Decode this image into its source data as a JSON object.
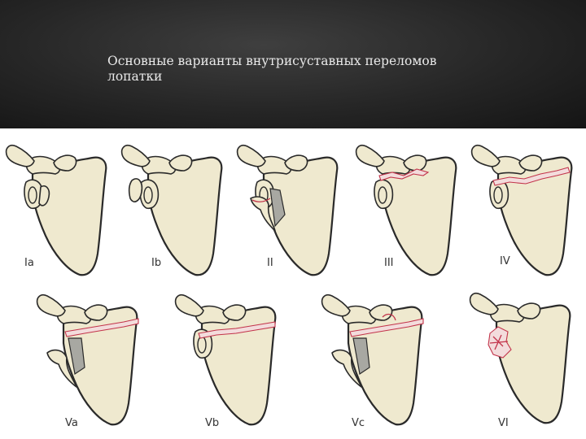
{
  "slide": {
    "title": "Основные варианты внутрисуставных переломов лопатки"
  },
  "figure": {
    "types": [
      {
        "id": "Ia",
        "label": "Ia"
      },
      {
        "id": "Ib",
        "label": "Ib"
      },
      {
        "id": "II",
        "label": "II"
      },
      {
        "id": "III",
        "label": "III"
      },
      {
        "id": "IV",
        "label": "IV"
      },
      {
        "id": "Va",
        "label": "Va"
      },
      {
        "id": "Vb",
        "label": "Vb"
      },
      {
        "id": "Vc",
        "label": "Vc"
      },
      {
        "id": "VI",
        "label": "VI"
      }
    ]
  },
  "colors": {
    "bone": "#efe9cf",
    "outline": "#2a2a2a",
    "fracture": "#c2334a",
    "shaded_fragment": "#a8a8a2",
    "header_bg": "#262626",
    "title_text": "#e9e9e9"
  }
}
